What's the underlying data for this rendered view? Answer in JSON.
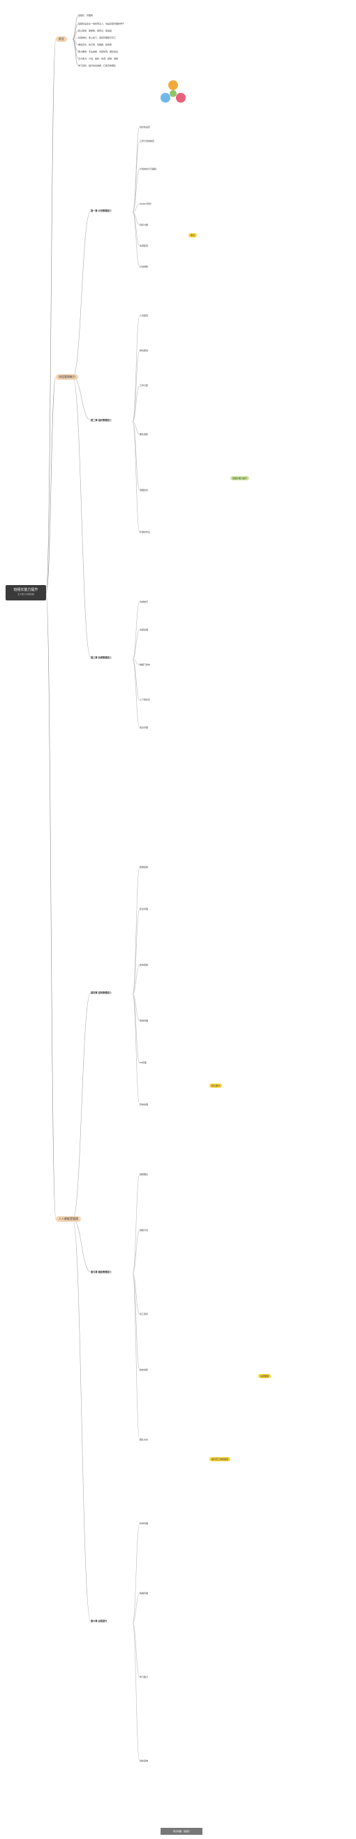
{
  "root": {
    "title": "班组长能力提升",
    "subtitle": "五大能力详细讲解"
  },
  "branches": [
    {
      "key": "intro",
      "label": "前言"
    },
    {
      "key": "mgmt",
      "label": "班组管理能力"
    },
    {
      "key": "lead",
      "label": "人人都能是管理"
    }
  ],
  "intro_items": [
    "班组长：管理者",
    "班组长是企业一线的带头人，也是基层管理的骨干",
    "核心职责：保质量、保安全、保进度",
    "基层地位：承上启下，连接管理层与员工",
    "角色定位：执行者、管理者、指导者",
    "能力要求：专业技能、沟通协调、团队建设",
    "五大能力：计划、组织、协调、控制、激励",
    "学习目标：提升综合素质，打造高效团队"
  ],
  "mgmt_sections": [
    {
      "label": "第一章  计划管理能力",
      "items": [
        "目标的设定",
        "工作计划的制定",
        "计划的执行与跟踪",
        "SMART原则",
        "目标分解",
        "资源配置",
        "计划调整"
      ]
    },
    {
      "label": "第二章  组织管理能力",
      "items": [
        "人员配置",
        "岗位职责",
        "工作分配",
        "团队组建",
        "流程优化",
        "标准化作业"
      ]
    },
    {
      "label": "第三章  协调管理能力",
      "items": [
        "沟通技巧",
        "冲突处理",
        "跨部门协作",
        "上下级关系",
        "会议管理"
      ]
    }
  ],
  "lead_sections": [
    {
      "label": "第四章  控制管理能力",
      "items": [
        "质量控制",
        "安全管理",
        "成本控制",
        "现场管理",
        "5S管理",
        "异常处理"
      ]
    },
    {
      "label": "第五章  激励管理能力",
      "items": [
        "激励理论",
        "激励方法",
        "员工培养",
        "绩效考核",
        "团队文化"
      ]
    },
    {
      "label": "第六章  自我提升",
      "items": [
        "时间管理",
        "情绪管理",
        "学习能力",
        "创新思维"
      ]
    }
  ],
  "highlights": {
    "green_1": "班组长能力提升",
    "yellow_1": "核心能力",
    "yellow_2": "重点",
    "yellow_3": "关键要素",
    "yellow_4": "提升员工的积极性"
  },
  "watermark": "知识导图 · 班组长"
}
